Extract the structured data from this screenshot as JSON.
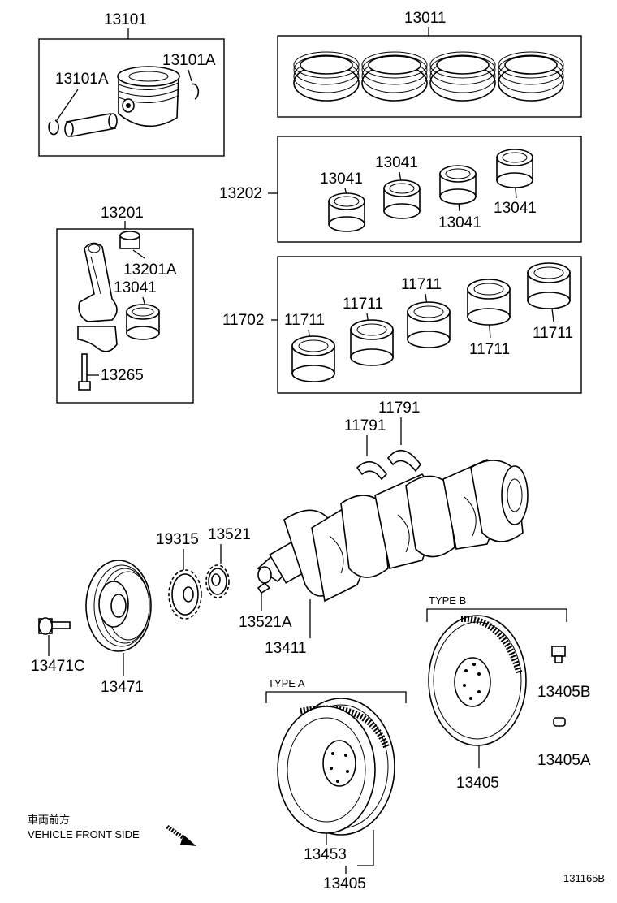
{
  "labels": {
    "p13101": "13101",
    "p13101A_l": "13101A",
    "p13101A_r": "13101A",
    "p13011": "13011",
    "p13202": "13202",
    "p13041_a": "13041",
    "p13041_b": "13041",
    "p13041_c": "13041",
    "p13041_d": "13041",
    "p13201": "13201",
    "p13201A": "13201A",
    "p13041_e": "13041",
    "p13265": "13265",
    "p11702": "11702",
    "p11711_a": "11711",
    "p11711_b": "11711",
    "p11711_c": "11711",
    "p11711_d": "11711",
    "p11711_e": "11711",
    "p11791_a": "11791",
    "p11791_b": "11791",
    "p19315": "19315",
    "p13521": "13521",
    "p13521A": "13521A",
    "p13411": "13411",
    "p13471C": "13471C",
    "p13471": "13471",
    "typeB": "TYPE B",
    "p13405B": "13405B",
    "p13405A": "13405A",
    "p13405_b": "13405",
    "typeA": "TYPE A",
    "p13453": "13453",
    "p13405_a": "13405",
    "front_jp": "車両前方",
    "front_en": "VEHICLE FRONT SIDE",
    "figure_code": "131165B"
  }
}
